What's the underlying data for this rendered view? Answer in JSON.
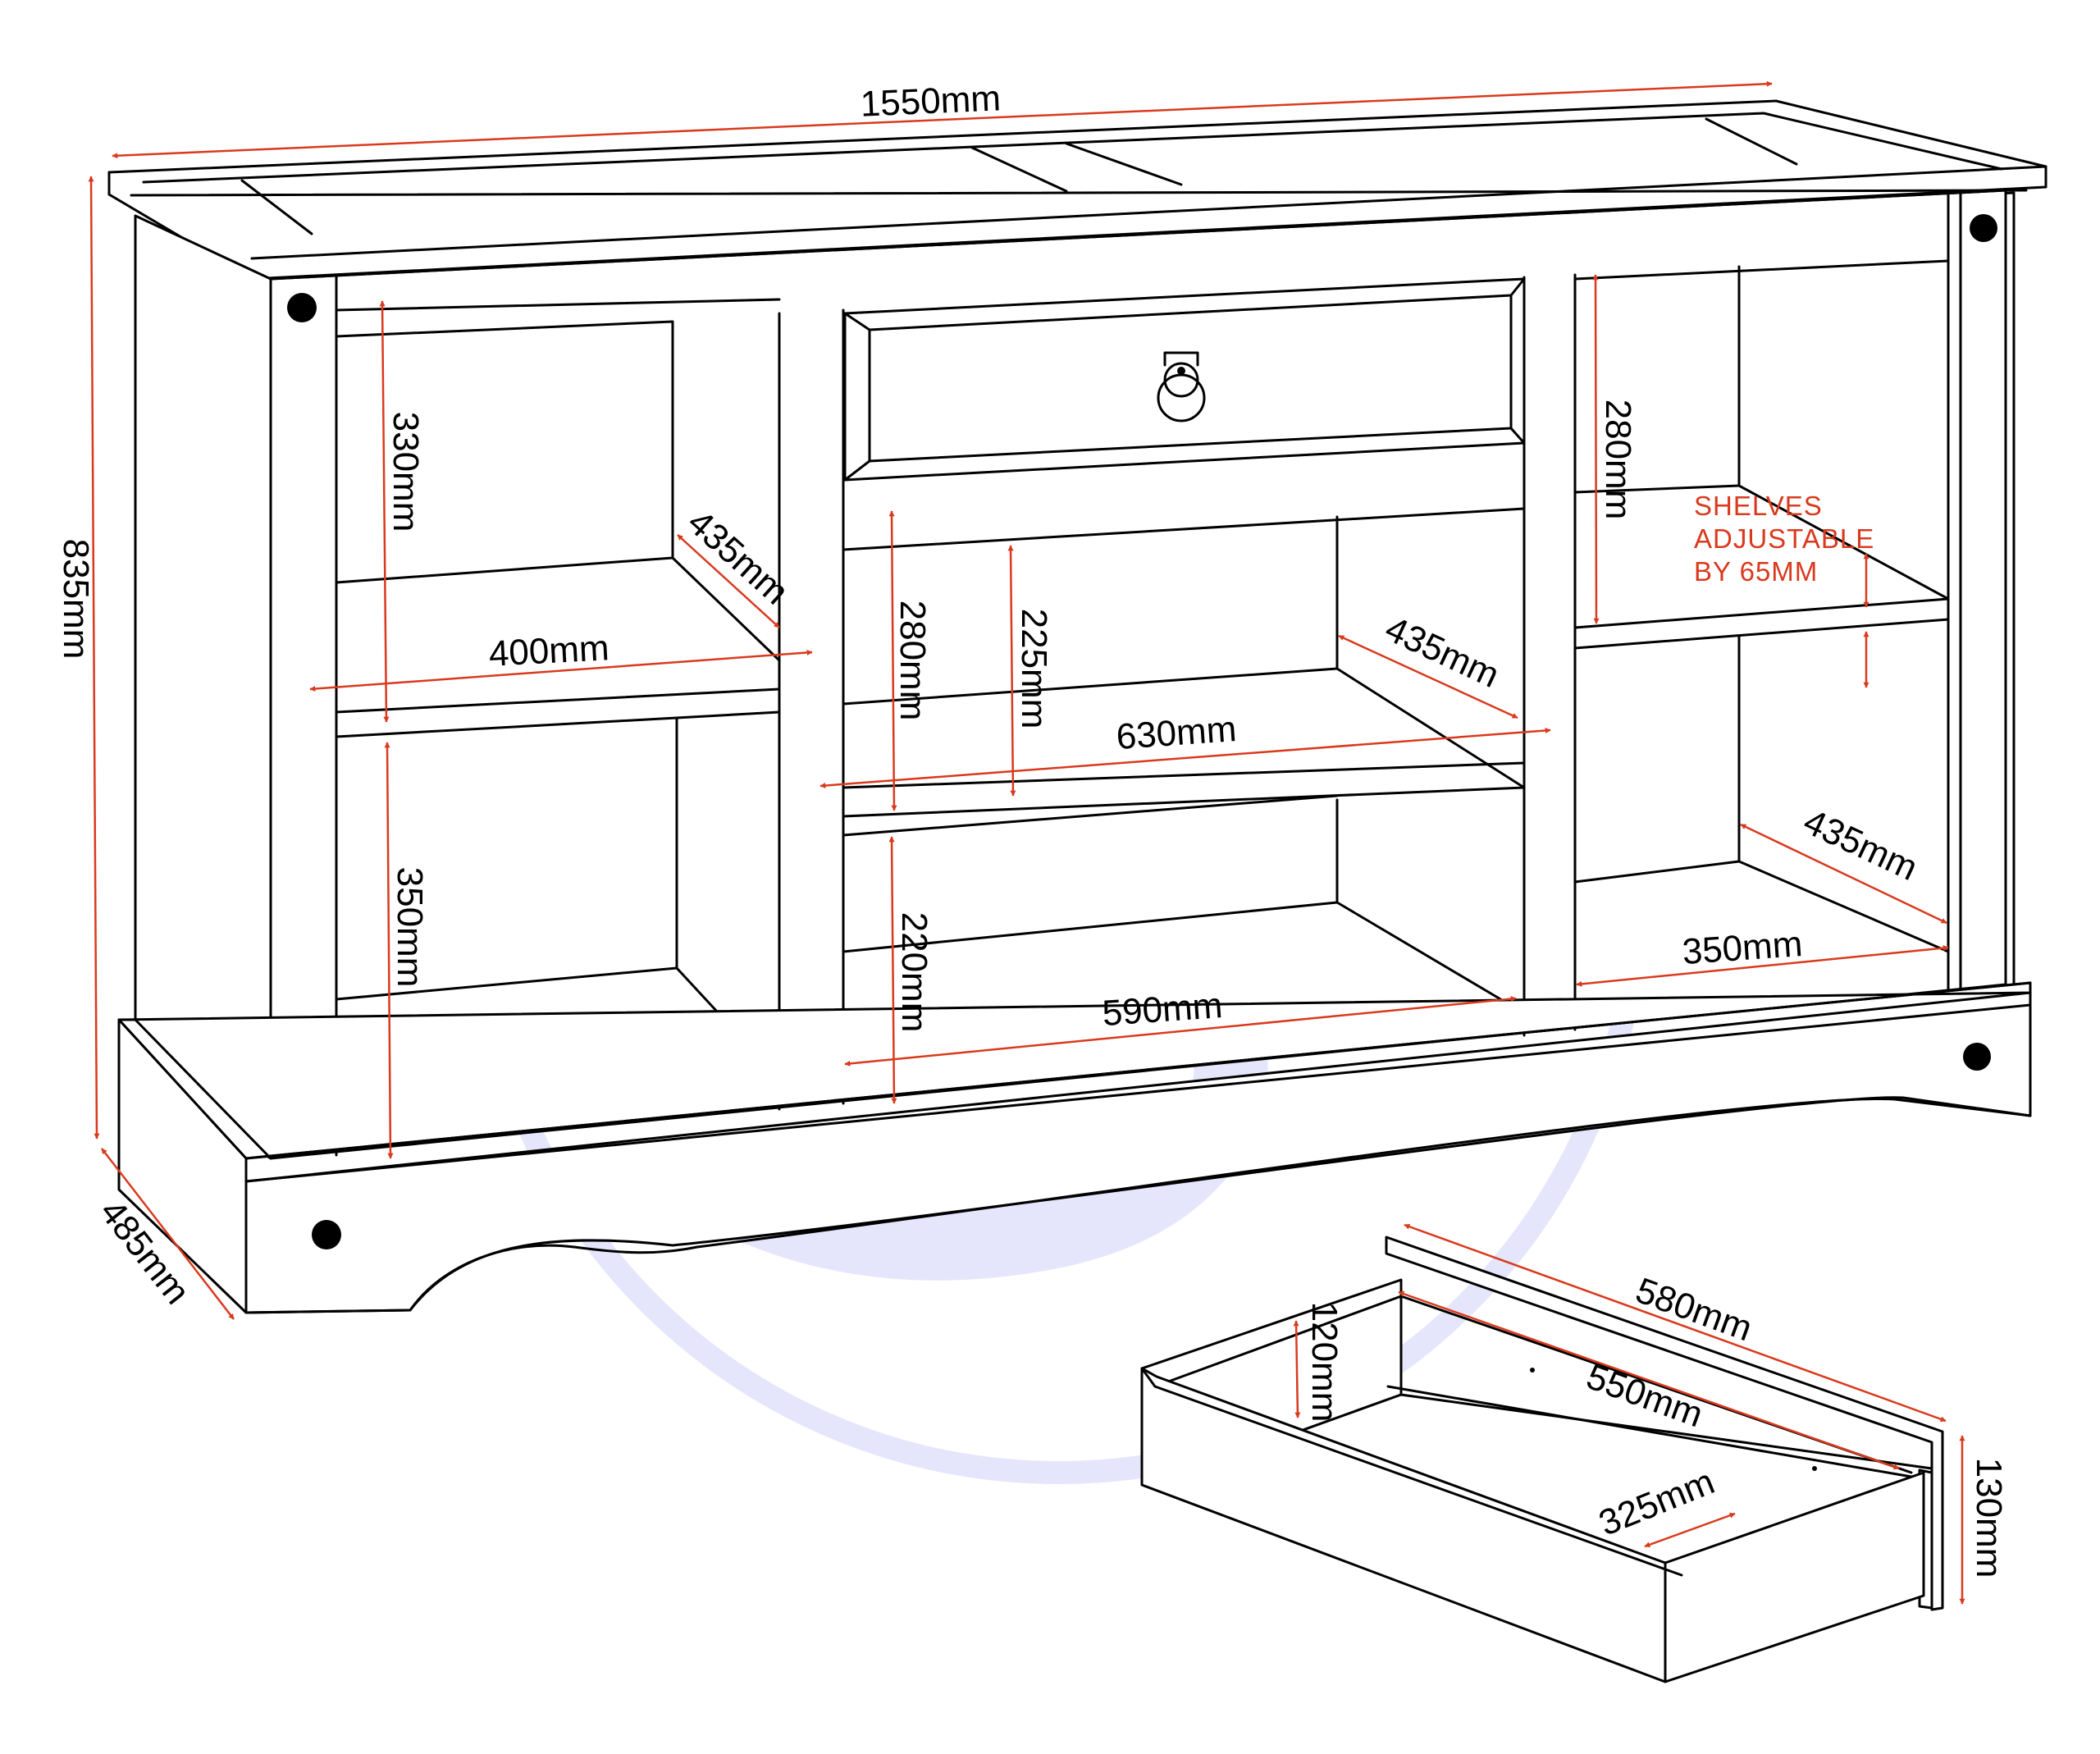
{
  "colors": {
    "dimension": "#d93a1e",
    "outline": "#000000",
    "watermark": "#e5e6fb",
    "background": "#ffffff"
  },
  "dimensions": {
    "overall_width": "1550mm",
    "overall_height": "835mm",
    "overall_depth": "485mm",
    "left_top_height": "330mm",
    "left_depth": "435mm",
    "left_width": "400mm",
    "left_bottom_height": "350mm",
    "center_upper_height": "280mm",
    "center_shelf_gap": "225mm",
    "center_depth": "435mm",
    "center_width": "630mm",
    "center_bottom_height": "220mm",
    "center_bottom_width": "590mm",
    "right_top_height": "280mm",
    "right_depth": "435mm",
    "right_width": "350mm",
    "drawer_outer_length": "580mm",
    "drawer_inner_length": "550mm",
    "drawer_inner_height": "120mm",
    "drawer_front_height": "130mm",
    "drawer_inner_width": "325mm"
  },
  "notes": {
    "shelves_line1": "SHELVES",
    "shelves_line2": "ADJUSTABLE",
    "shelves_line3": "BY 65MM"
  },
  "icons": {
    "drawer_handle": "ring-pull-icon",
    "adjust_arrows": "double-arrow-icon",
    "watermark": "logo-watermark"
  }
}
